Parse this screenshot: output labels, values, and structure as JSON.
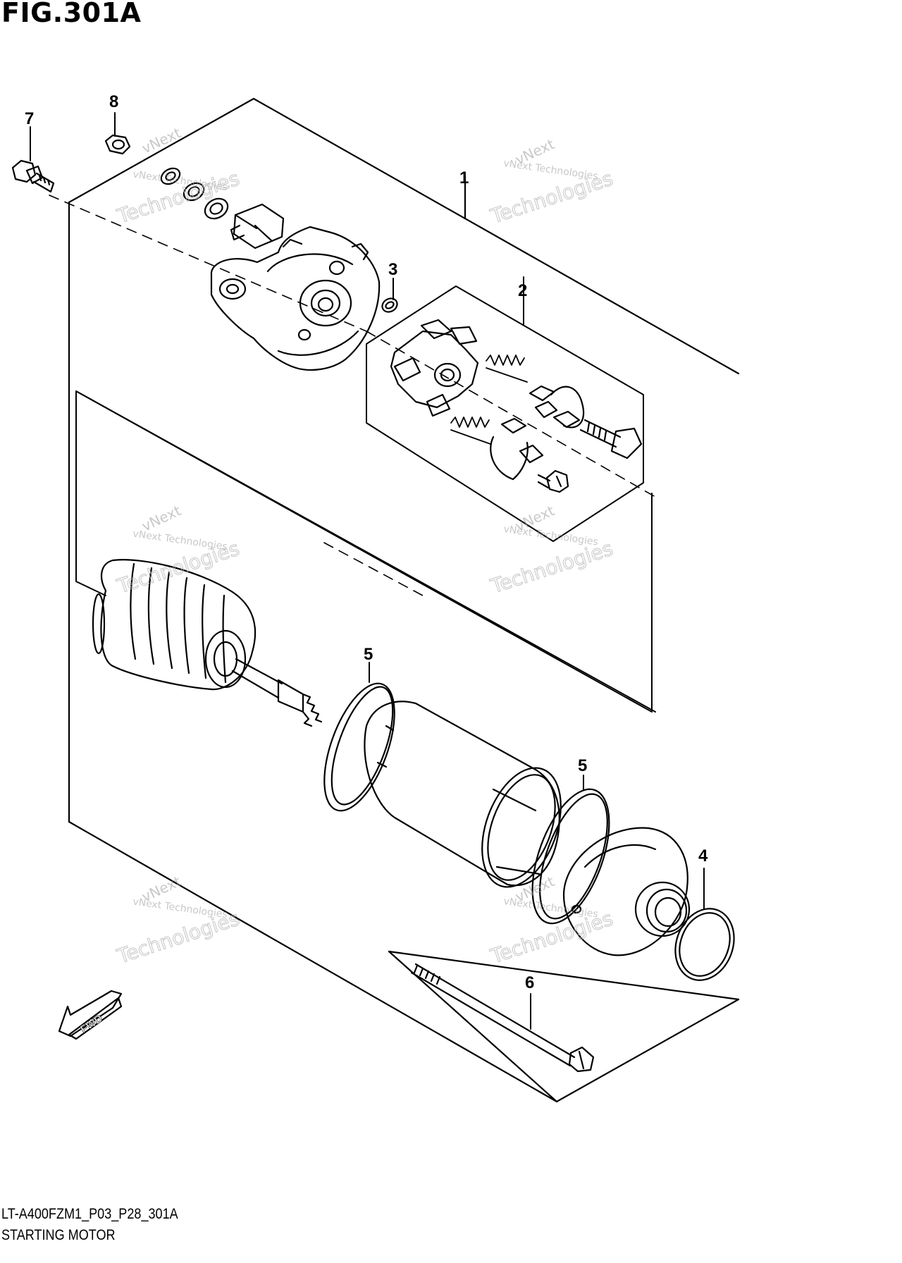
{
  "figure": {
    "title": "FIG.301A",
    "code": "LT-A400FZM1_P03_P28_301A",
    "name": "STARTING MOTOR"
  },
  "callouts": [
    "1",
    "2",
    "3",
    "4",
    "5",
    "5",
    "6",
    "7",
    "8"
  ],
  "direction_marker": "FWD",
  "watermark": {
    "brand": "vNext",
    "line": "vNext Technologies",
    "big": "Technologies"
  },
  "colors": {
    "line": "#000000",
    "watermark": "#9a9a9a"
  }
}
